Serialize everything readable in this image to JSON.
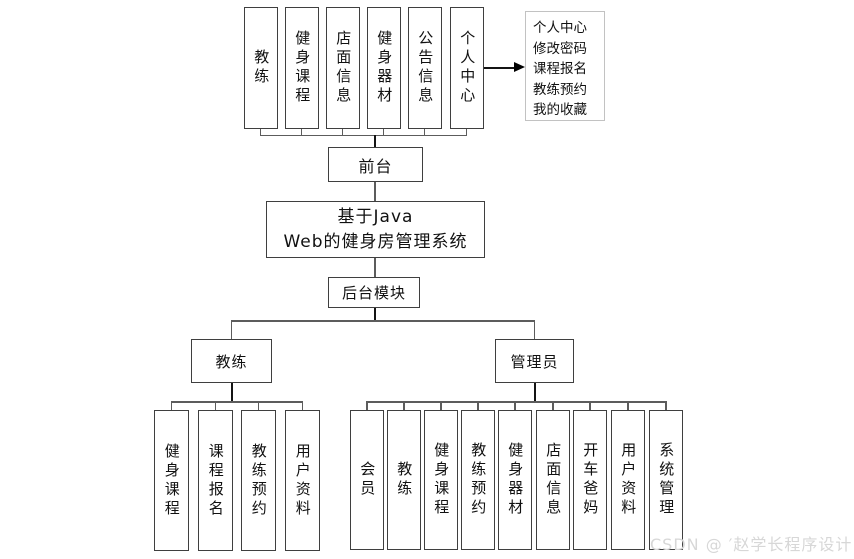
{
  "title": {
    "line1": "基于Java",
    "line2": "Web的健身房管理系统"
  },
  "front": {
    "label": "前台",
    "children": [
      "教练",
      "健身课程",
      "店面信息",
      "健身器材",
      "公告信息",
      "个人中心"
    ]
  },
  "note": {
    "lines": [
      "个人中心",
      "修改密码",
      "课程报名",
      "教练预约",
      "我的收藏"
    ]
  },
  "back": {
    "label": "后台模块",
    "branches": [
      {
        "label": "教练",
        "children": [
          "健身课程",
          "课程报名",
          "教练预约",
          "用户资料"
        ]
      },
      {
        "label": "管理员",
        "children": [
          "会员",
          "教练",
          "健身课程",
          "教练预约",
          "健身器材",
          "店面信息",
          "开车爸妈",
          "用户资料",
          "系统管理"
        ]
      }
    ]
  },
  "watermark": "CSDN @ ′赵学长程序设计",
  "colors": {
    "box_border": "#3f3f3f",
    "connector": "#5c5c5c",
    "trunk": "#141414",
    "note_border": "#c2c2c2",
    "watermark": "#d7d7d7",
    "background": "#ffffff"
  }
}
